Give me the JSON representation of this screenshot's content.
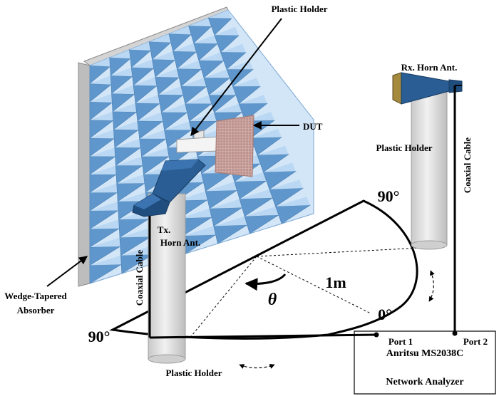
{
  "labels": {
    "plastic_holder_top": "Plastic Holder",
    "rx_horn": "Rx. Horn Ant.",
    "dut": "DUT",
    "plastic_holder_right": "Plastic Holder",
    "coaxial_cable_right": "Coaxial Cable",
    "angle_90_top": "90°",
    "tx_horn_line1": "Tx.",
    "tx_horn_line2": "Horn Ant.",
    "coaxial_cable_left": "Coaxial Cable",
    "distance": "1m",
    "theta": "θ",
    "angle_0": "0°",
    "angle_90_left": "90°",
    "absorber_line1": "Wedge-Tapered",
    "absorber_line2": "Absorber",
    "plastic_holder_bottom": "Plastic Holder",
    "port1": "Port 1",
    "port2": "Port 2",
    "analyzer_line1": "Anritsu MS2038C",
    "analyzer_line2": "Network Analyzer"
  },
  "colors": {
    "absorber_light": "#b7d6f2",
    "absorber_dark": "#5f97cc",
    "horn_blue": "#2a5d93",
    "horn_dark": "#1e4674",
    "rx_horn_gold": "#a58a3e",
    "holder_gray": "#dcdcdc",
    "dut_pink": "#c79e9a"
  },
  "icons": {
    "absorber": "wedge-absorber-icon",
    "tx_horn": "tx-horn-antenna-icon",
    "rx_horn": "rx-horn-antenna-icon",
    "dut": "dut-panel-icon",
    "rotation": "rotation-arrow-icon"
  }
}
